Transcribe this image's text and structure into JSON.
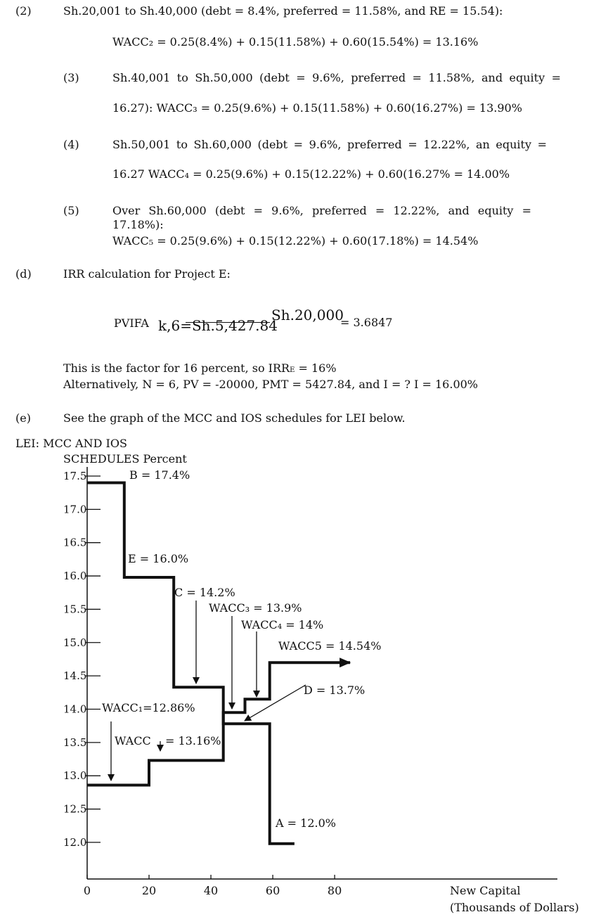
{
  "text": {
    "item2_num": "(2)",
    "item2_line1": "Sh.20,001 to Sh.40,000 (debt = 8.4%, preferred = 11.58%, and RE = 15.54):",
    "item2_line2": "WACC₂ = 0.25(8.4%) + 0.15(11.58%) + 0.60(15.54%) = 13.16%",
    "item3_num": "(3)",
    "item3_line1": "Sh.40,001 to Sh.50,000 (debt = 9.6%, preferred = 11.58%, and equity =",
    "item3_line2": "16.27): WACC₃ = 0.25(9.6%) + 0.15(11.58%) + 0.60(16.27%) = 13.90%",
    "item4_num": "(4)",
    "item4_line1": "Sh.50,001 to Sh.60,000 (debt = 9.6%, preferred = 12.22%, an equity =",
    "item4_line2": "16.27 WACC₄ = 0.25(9.6%) + 0.15(12.22%) + 0.60(16.27% = 14.00%",
    "item5_num": "(5)",
    "item5_line1": "Over Sh.60,000 (debt = 9.6%, preferred = 12.22%, and equity = 17.18%):",
    "item5_line2": "WACC₅ = 0.25(9.6%) + 0.15(12.22%) + 0.60(17.18%) = 14.54%",
    "d_label": "(d)",
    "d_title": "IRR calculation for Project E:",
    "pvifa_prefix": "PVIFA",
    "pvifa_sub": "k,6=Sh.5,427.84",
    "pvifa_num": "Sh.20,000",
    "pvifa_result": "= 3.6847",
    "d_line1": "This is the factor for 16 percent, so IRR",
    "d_line1_sub": "E",
    "d_line1_end": " = 16%",
    "d_line2": "Alternatively, N = 6, PV = -20000, PMT = 5427.84, and I = ? I = 16.00%",
    "e_label": "(e)",
    "e_text": "See the graph of the MCC and IOS schedules for LEI below."
  },
  "chart_data": {
    "type": "line",
    "title_line1": "LEI: MCC AND IOS",
    "title_line2": "SCHEDULES Percent",
    "xlabel_line1": "New Capital",
    "xlabel_line2": "(Thousands of Dollars)",
    "xlim": [
      0,
      152
    ],
    "ylim": [
      11.45,
      17.5
    ],
    "x_ticks": [
      "0",
      "20",
      "40",
      "60",
      "80"
    ],
    "x_tick_values": [
      0,
      20,
      40,
      60,
      80
    ],
    "y_ticks": [
      "17.5",
      "17.0",
      "16.5",
      "16.0",
      "15.5",
      "15.0",
      "14.5",
      "14.0",
      "13.5",
      "13.0",
      "12.5",
      "12.0"
    ],
    "y_tick_values": [
      17.5,
      17.0,
      16.5,
      16.0,
      15.5,
      15.0,
      14.5,
      14.0,
      13.5,
      13.0,
      12.5,
      12.0
    ],
    "series": [
      {
        "role": "IOS",
        "points": [
          [
            0,
            17.4
          ],
          [
            12,
            17.4
          ],
          [
            12,
            15.98
          ],
          [
            28,
            15.98
          ],
          [
            28,
            14.33
          ],
          [
            44,
            14.33
          ],
          [
            44,
            13.78
          ],
          [
            59,
            13.78
          ],
          [
            59,
            11.98
          ],
          [
            67,
            11.98
          ]
        ]
      },
      {
        "role": "MCC",
        "points": [
          [
            0,
            12.86
          ],
          [
            20,
            12.86
          ],
          [
            20,
            13.23
          ],
          [
            44,
            13.23
          ],
          [
            44,
            13.95
          ],
          [
            51,
            13.95
          ],
          [
            51,
            14.15
          ],
          [
            59,
            14.15
          ],
          [
            59,
            14.7
          ],
          [
            85,
            14.7
          ]
        ]
      }
    ],
    "annotations": [
      "B = 17.4%",
      "E = 16.0%",
      "C = 14.2%",
      "WACC₃ = 13.9%",
      "WACC₄ = 14%",
      "WACC5 = 14.54%",
      "D = 13.7%",
      "WACC₁=12.86%",
      "WACC",
      "= 13.16%",
      "A = 12.0%"
    ]
  }
}
